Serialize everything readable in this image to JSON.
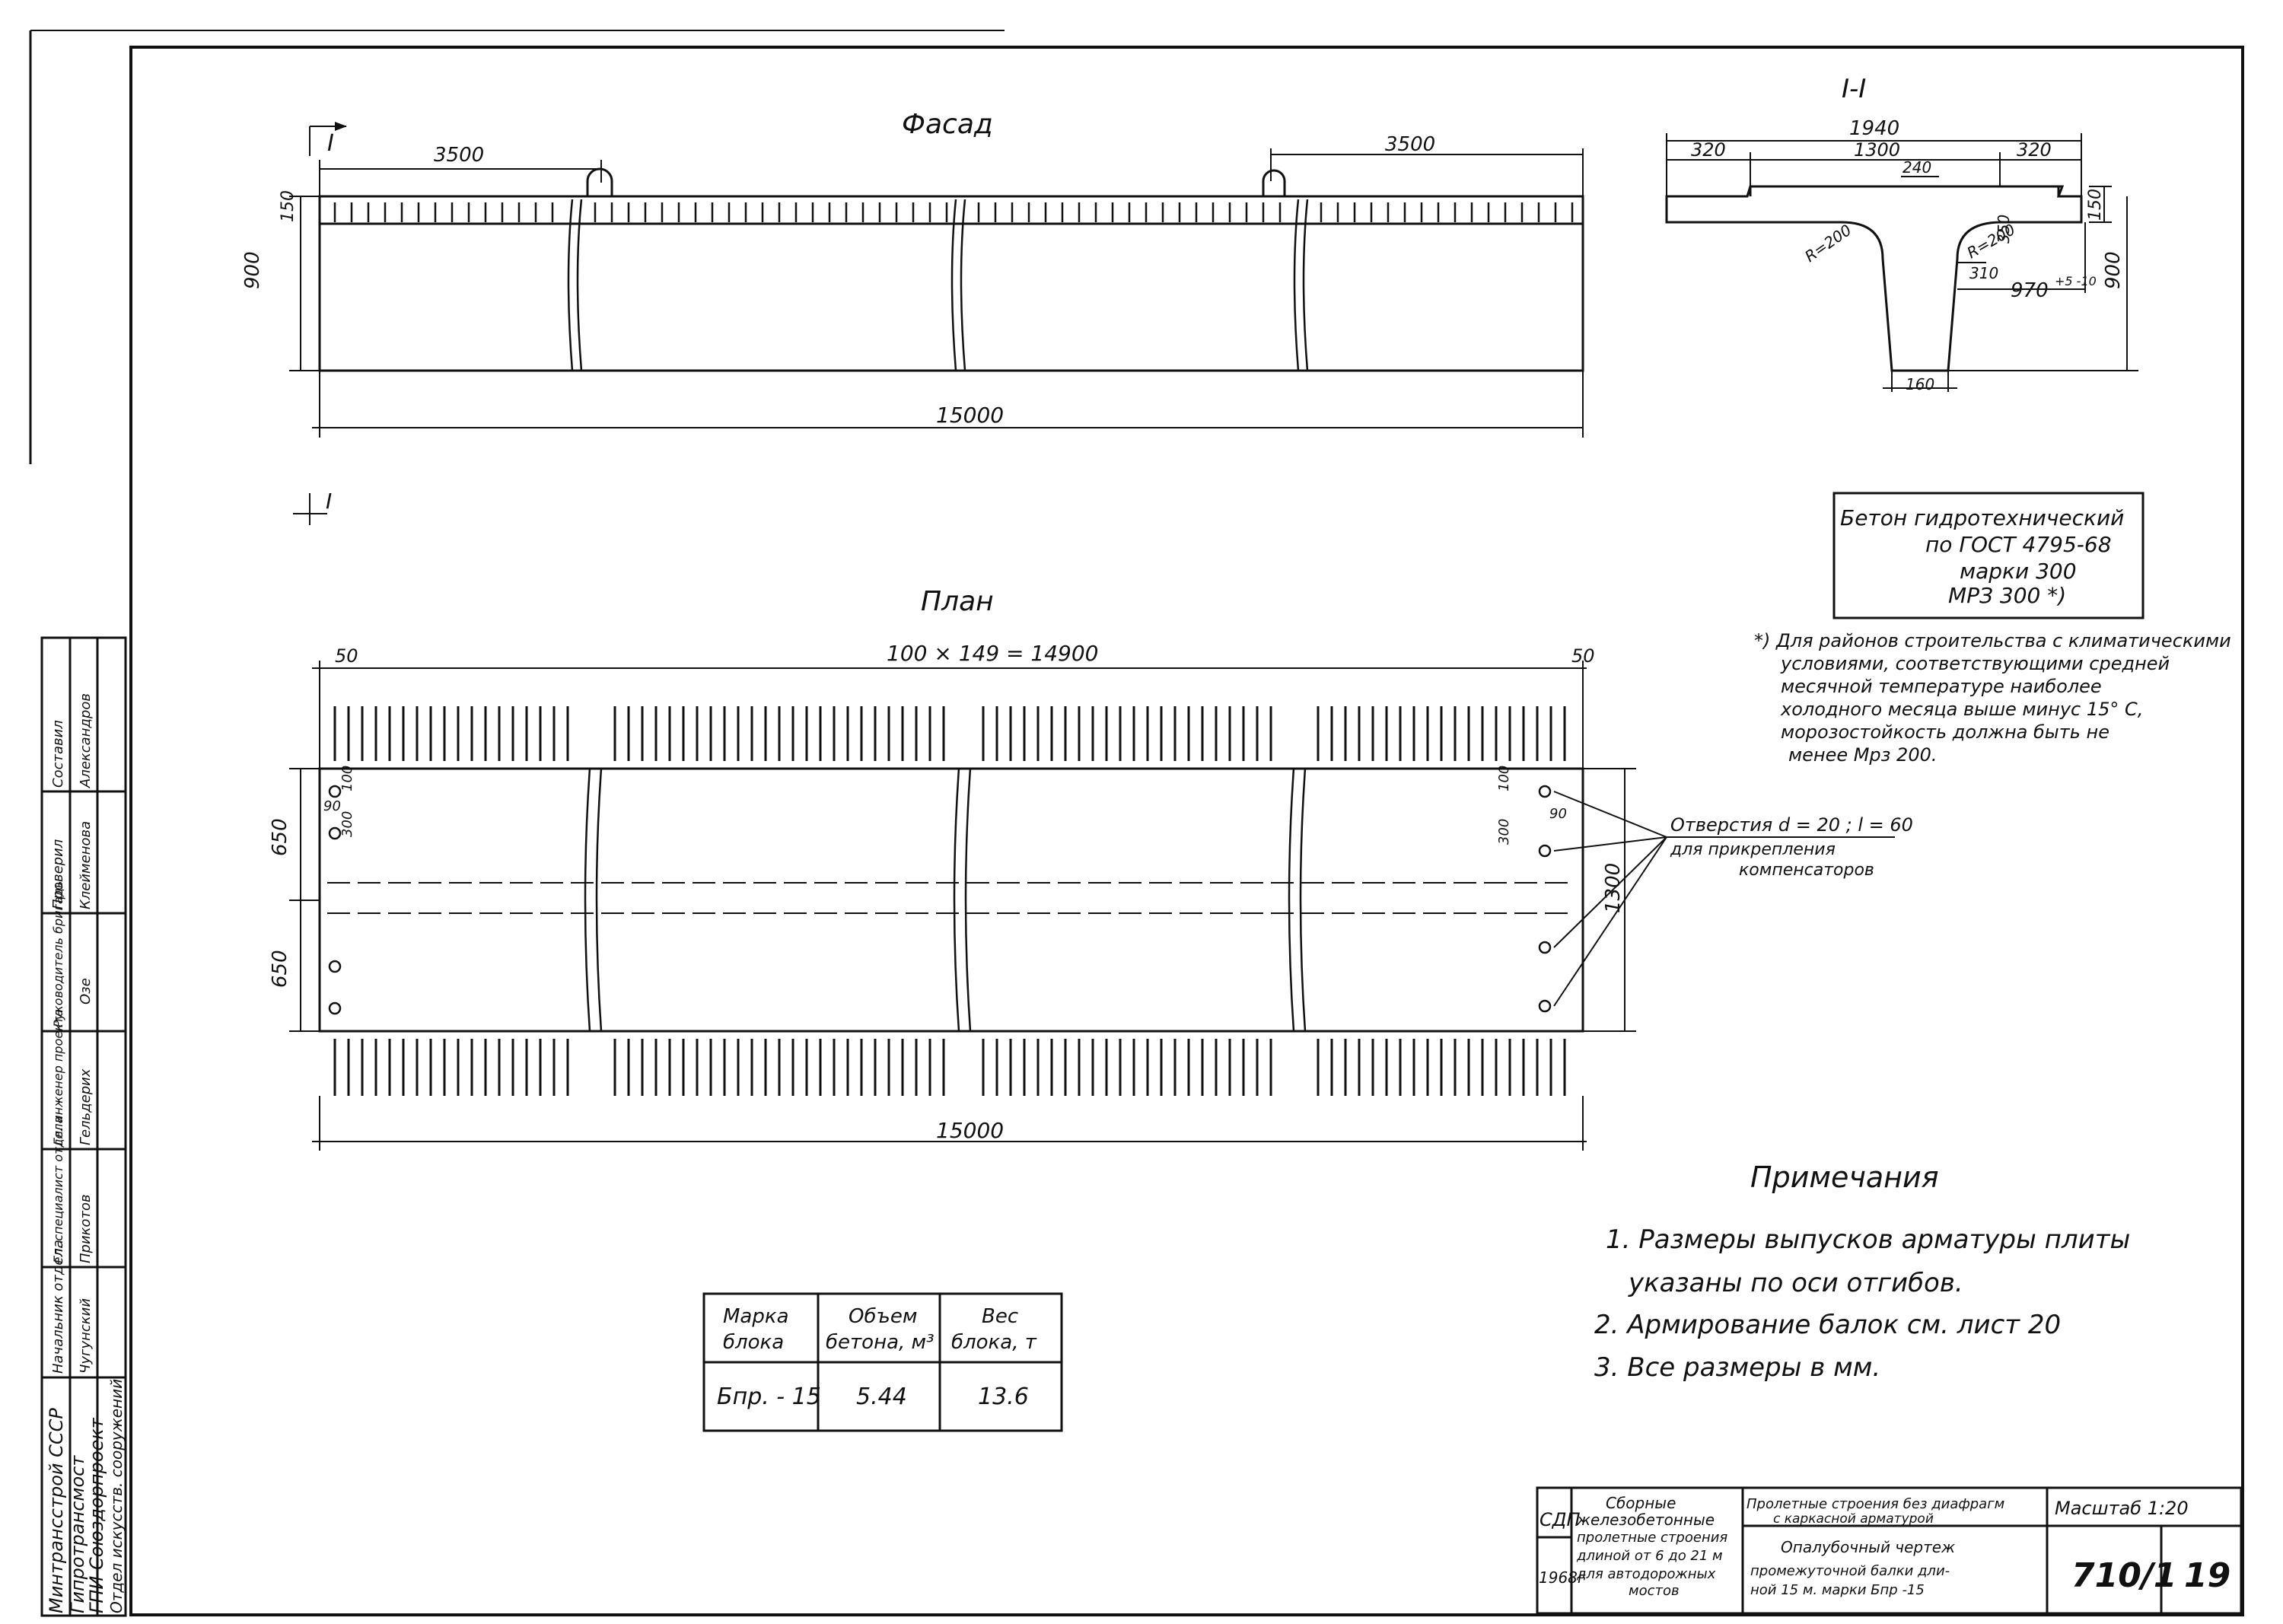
{
  "facade": {
    "title": "Фасад",
    "dim_3500_left": "3500",
    "dim_3500_right": "3500",
    "dim_150": "150",
    "dim_900": "900",
    "dim_15000": "15000",
    "section_mark": "I"
  },
  "section": {
    "title": "I-I",
    "dim_1940": "1940",
    "dim_320_left": "320",
    "dim_1300": "1300",
    "dim_320_right": "320",
    "dim_240": "240",
    "dim_r200_left": "R=200",
    "dim_r200_right": "R=200",
    "dim_350": "350",
    "dim_310": "310",
    "dim_970": "970",
    "dim_970_tol": "+5 -10",
    "dim_150": "150",
    "dim_900": "900",
    "dim_160": "160"
  },
  "concrete_box": {
    "line1": "Бетон гидротехнический",
    "line2": "по ГОСТ 4795-68",
    "line3": "марки 300",
    "line4": "МРЗ 300 *)"
  },
  "footnote": {
    "lines": [
      "*) Для районов строительства с климатическими",
      "условиями, соответствующими средней",
      "месячной температуре наиболее",
      "холодного месяца выше минус 15° С,",
      "морозостойкость должна быть не",
      "менее Мрз 200."
    ]
  },
  "plan": {
    "title": "План",
    "dim_50_left": "50",
    "dim_rebar": "100 × 149 = 14900",
    "dim_50_right": "50",
    "dim_650_top": "650",
    "dim_650_bottom": "650",
    "dim_1300": "1300",
    "dim_15000": "15000",
    "dim_90": "90",
    "dim_300": "300",
    "dim_100": "100",
    "section_mark": "I",
    "holes_note_1": "Отверстия d = 20 ; l = 60",
    "holes_note_2": "для прикрепления",
    "holes_note_3": "компенсаторов"
  },
  "notes": {
    "title": "Примечания",
    "items": [
      "1. Размеры выпусков арматуры плиты",
      "указаны по оси отгибов.",
      "2. Армирование балок см. лист 20",
      "3. Все размеры в мм."
    ]
  },
  "mark_table": {
    "headers": [
      "Марка блока",
      "Объем бетона, м³",
      "Вес блока, т"
    ],
    "row": [
      "Бпр. - 15",
      "5.44",
      "13.6"
    ]
  },
  "stamp": {
    "org1": "Минтрансстрой СССР",
    "org2": "Гипротрансмост",
    "org3": "ГПИ Союздорпроект",
    "org4": "Отдел искусств. сооружений",
    "roles": [
      "Начальник отдела",
      "Гл. специалист отдела",
      "Гл. инженер проекта",
      "Руководитель бригады",
      "Проверил",
      "Составил"
    ],
    "names": [
      "Чугунский",
      "Прикотов",
      "Гельдерих",
      "Озе",
      "Клейменова",
      "Александров"
    ]
  },
  "title_block": {
    "code": "СДП",
    "year": "1968г",
    "series_1": "Сборные",
    "series_2": "железобетонные",
    "series_3": "пролетные строения",
    "series_4": "длиной от 6 до 21 м",
    "series_5": "для автодорожных",
    "series_6": "мостов",
    "desc_1": "Пролетные строения без диафрагм",
    "desc_2": "с каркасной арматурой",
    "desc_3": "Опалубочный чертеж",
    "desc_4": "промежуточной балки дли-",
    "desc_5": "ной 15 м. марки Бпр -15",
    "scale": "Масштаб 1:20",
    "sheet_code": "710/1",
    "sheet_no": "19"
  }
}
